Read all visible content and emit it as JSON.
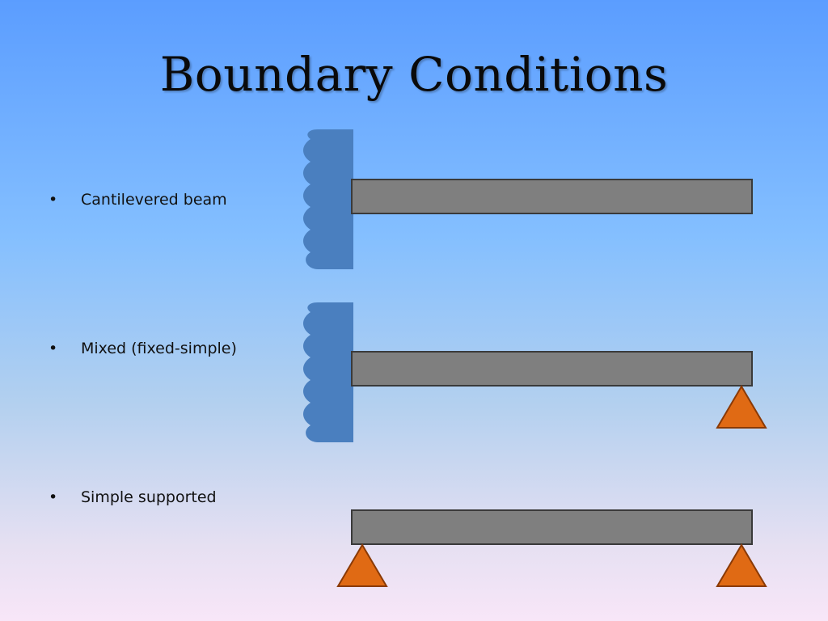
{
  "slide": {
    "title": "Boundary Conditions",
    "bullets": [
      {
        "label": "Cantilevered beam"
      },
      {
        "label": "Mixed (fixed-simple)"
      },
      {
        "label": "Simple supported"
      }
    ]
  },
  "colors": {
    "background_top": "#5b9dff",
    "background_bottom": "#f8e6f8",
    "fixed_wall": "#4a7fbf",
    "beam_fill": "#7f7f7f",
    "beam_stroke": "#3a3a3a",
    "support_fill": "#e06a14",
    "support_stroke": "#8a3a06"
  },
  "icons": {
    "fixed_support": "hatched-wall-icon",
    "simple_support": "triangle-pin-icon"
  }
}
